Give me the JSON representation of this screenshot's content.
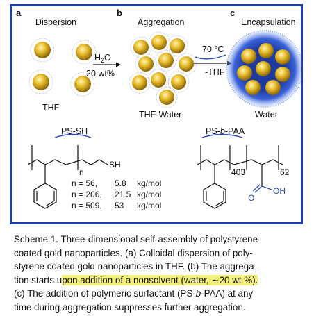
{
  "figure": {
    "panels": [
      {
        "letter": "a",
        "title": "Dispersion",
        "label": "THF"
      },
      {
        "letter": "b",
        "title": "Aggregation",
        "label": "THF-Water"
      },
      {
        "letter": "c",
        "title": "Encapsulation",
        "label": "Water"
      }
    ],
    "arrow1": {
      "top_main": "H",
      "top_sub": "2",
      "top_end": "O",
      "bottom": "20 wt%"
    },
    "arrow2": {
      "top": "70 °C",
      "bottom": "-THF"
    },
    "polymer1": {
      "name": "PS-SH",
      "subscript": "n",
      "end_group": "SH",
      "mw_rows": [
        {
          "n": "n = 56,",
          "mw": "5.8",
          "unit": "kg/mol"
        },
        {
          "n": "n = 206,",
          "mw": "21.5",
          "unit": "kg/mol"
        },
        {
          "n": "n = 509,",
          "mw": "53",
          "unit": "kg/mol"
        }
      ]
    },
    "polymer2": {
      "name_prefix": "PS-",
      "name_italic": "b",
      "name_suffix": "-PAA",
      "subscript1": "403",
      "subscript2": "62",
      "oxygen": "O",
      "hydroxyl": "OH"
    },
    "colors": {
      "frame": "#1f3fa8",
      "gold": "#e3b520",
      "ligand": "#8c8c8c",
      "shell": "#2b4ec8",
      "acid": "#2f47b8"
    }
  },
  "caption": {
    "line1": "Scheme 1.  Three-dimensional self-assembly of polystyrene-",
    "line2": "coated gold nanoparticles. (a) Colloidal dispersion of poly-",
    "line3": "styrene coated gold nanoparticles in THF. (b) The aggrega-",
    "line4_pre": "tion starts u",
    "line4_hl": "pon addition of a nonsolvent (water, ∼20 wt %).",
    "line5_pre": "(c) The addition of polymeric surfactant (PS-",
    "line5_italic": "b",
    "line5_post": "-PAA) at any",
    "line6": "time during aggregation suppresses further aggregation."
  }
}
